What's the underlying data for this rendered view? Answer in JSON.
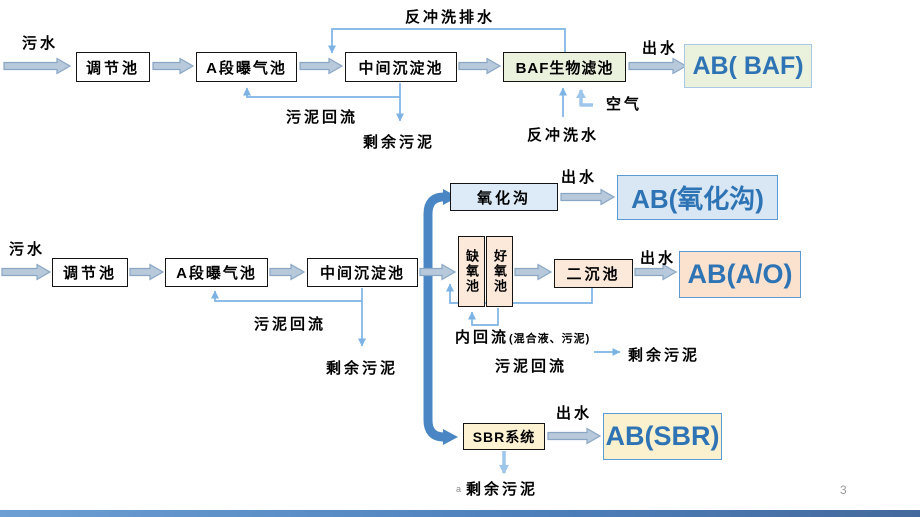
{
  "page": {
    "number": "3"
  },
  "colors": {
    "process_box_border": "#141414",
    "gray_arrow_fill": "#b7c9da",
    "gray_arrow_stroke": "#89a6c5",
    "thick_branch_blue": "#4a86c3",
    "thin_arrow_blue": "#7db3e4",
    "light_arrow_blue": "#9dc6ea",
    "baf_fill": "#eaf1dd",
    "oxidation_fill": "#dcebf7",
    "ao_fill": "#fde9d9",
    "sbr_fill": "#fdf3d2",
    "result_text": "#2e74b5",
    "result_border": "#5b9bd5",
    "footer_bar": "#4f81bd"
  },
  "top_flow": {
    "influent_label": "污水",
    "boxes": [
      {
        "label": "调节池"
      },
      {
        "label": "A段曝气池"
      },
      {
        "label": "中间沉淀池"
      },
      {
        "label": "BAF生物滤池"
      }
    ],
    "backwash_drain_label": "反冲洗排水",
    "effluent_label": "出水",
    "result_label": "AB( BAF)",
    "sludge_return_label": "污泥回流",
    "excess_sludge_label": "剩余污泥",
    "backwash_water_label": "反冲洗水",
    "air_label": "空气"
  },
  "bottom_flow": {
    "influent_label": "污水",
    "boxes": [
      {
        "label": "调节池"
      },
      {
        "label": "A段曝气池"
      },
      {
        "label": "中间沉淀池"
      }
    ],
    "sludge_return_label": "污泥回流",
    "excess_sludge_label": "剩余污泥",
    "branches": {
      "oxidation_ditch": {
        "box_label": "氧化沟",
        "effluent_label": "出水",
        "result_label": "AB(氧化沟)"
      },
      "ao": {
        "anoxic_label": "缺氧池",
        "aerobic_label": "好氧池",
        "clarifier_label": "二沉池",
        "effluent_label": "出水",
        "result_label": "AB(A/O)",
        "internal_recycle_label": "内回流",
        "internal_recycle_paren": "(混合液、污泥)",
        "sludge_return_label": "污泥回流",
        "excess_sludge_label": "剩余污泥"
      },
      "sbr": {
        "box_label": "SBR系统",
        "effluent_label": "出水",
        "result_label": "AB(SBR)",
        "excess_sludge_label": "剩余污泥",
        "stray_char": "a"
      }
    }
  }
}
